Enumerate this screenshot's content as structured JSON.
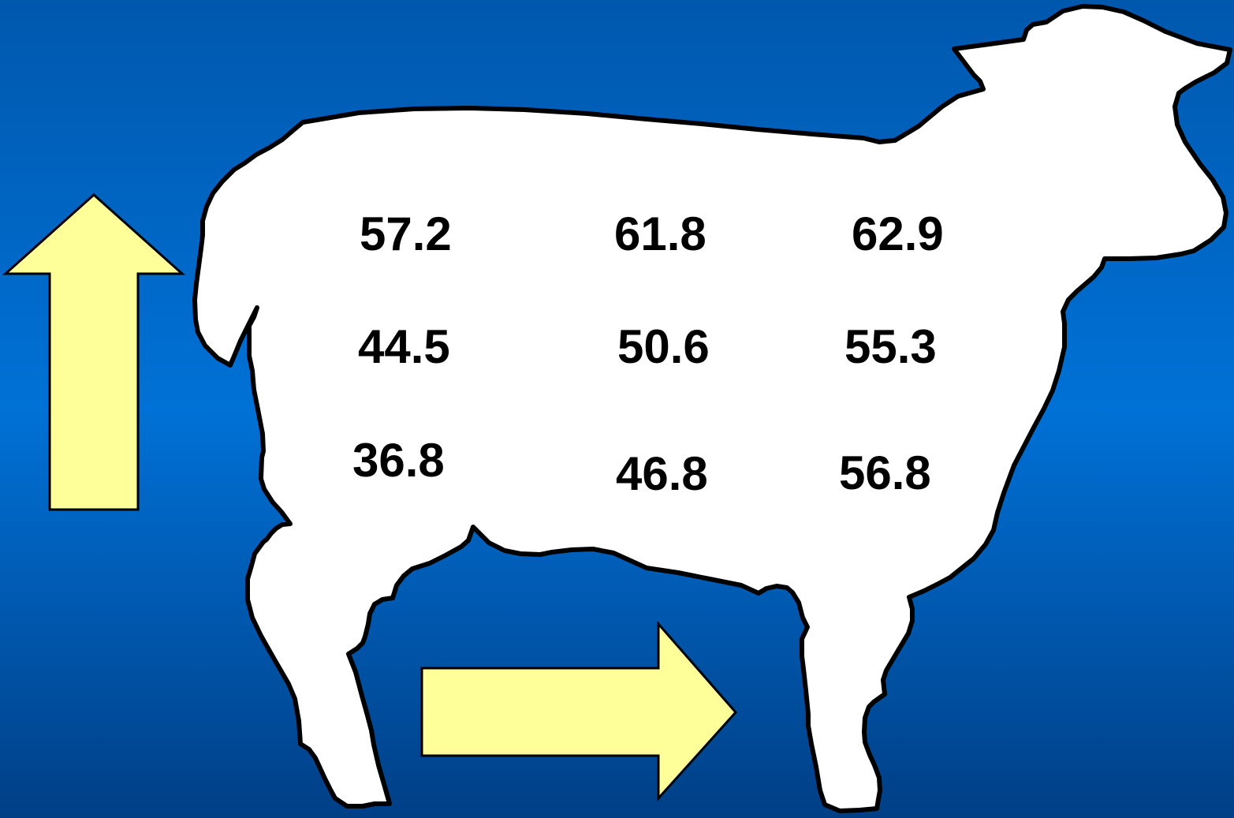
{
  "background": {
    "top": "#0058ad",
    "mid": "#0071d6",
    "bottom": "#003f86"
  },
  "colors": {
    "sheep_fill": "#ffffff",
    "outline": "#000000",
    "arrow_fill": "#ffff99"
  },
  "arrows": [
    {
      "name": "up-arrow",
      "direction": "up"
    },
    {
      "name": "right-arrow",
      "direction": "right"
    }
  ],
  "grid_values": {
    "r1c1": "57.2",
    "r1c2": "61.8",
    "r1c3": "62.9",
    "r2c1": "44.5",
    "r2c2": "50.6",
    "r2c3": "55.3",
    "r3c1": "36.8",
    "r3c2": "46.8",
    "r3c3": "56.8"
  }
}
